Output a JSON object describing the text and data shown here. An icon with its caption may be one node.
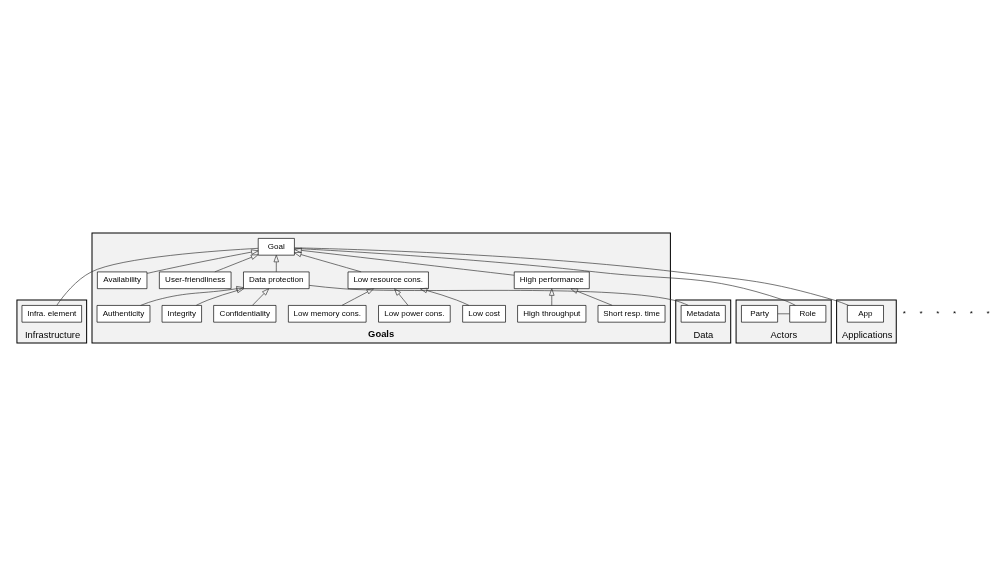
{
  "diagram": {
    "nodes": [
      {
        "text": [
          "Infrastructure"
        ]
      },
      {
        "text": [
          "Infra. element"
        ],
        "in": 0
      },
      {
        "text": [
          "Goals"
        ]
      },
      {
        "text": [
          "Goal"
        ],
        "in": 2
      },
      {
        "text": [
          "High performance"
        ],
        "in": 2
      },
      {
        "text": [
          "Short resp. time"
        ],
        "in": 2
      },
      {
        "text": [
          "High throughput"
        ],
        "in": 2
      },
      {
        "text": [
          "Low resource cons."
        ],
        "in": 2
      },
      {
        "text": [
          "Low cost"
        ],
        "in": 2
      },
      {
        "text": [
          "Low power cons."
        ],
        "in": 2
      },
      {
        "text": [
          "Low memory cons."
        ],
        "in": 2
      },
      {
        "text": [
          "Data protection"
        ],
        "in": 2
      },
      {
        "text": [
          "Confidentiality"
        ],
        "in": 2
      },
      {
        "text": [
          "Integrity"
        ],
        "in": 2
      },
      {
        "text": [
          "Authenticity"
        ],
        "in": 2
      },
      {
        "text": [
          "User-friendliness"
        ],
        "in": 2
      },
      {
        "text": [
          "Availability"
        ],
        "in": 2
      },
      {
        "text": [
          "Actors"
        ]
      },
      {
        "text": [
          "Role"
        ],
        "in": 17
      },
      {
        "text": [
          "Party"
        ],
        "in": 17
      },
      {
        "text": [
          "Data"
        ]
      },
      {
        "text": [
          "Metadata"
        ],
        "in": 20
      },
      {
        "text": [
          "Applications"
        ]
      },
      {
        "text": [
          "App"
        ],
        "in": 22
      }
    ],
    "edges": [
      {
        "from": 1,
        "to": 3,
        "arrow": "none"
      },
      {
        "from": 3,
        "to": 18,
        "arrow": "none"
      },
      {
        "from": 3,
        "to": 23,
        "arrow": "none"
      },
      {
        "from": 18,
        "to": 19,
        "arrow": "none"
      },
      {
        "from": 21,
        "to": 11,
        "arrow": "none"
      },
      {
        "from": 4,
        "to": 3,
        "arrow": "to"
      },
      {
        "from": 7,
        "to": 3,
        "arrow": "to"
      },
      {
        "from": 11,
        "to": 3,
        "arrow": "to"
      },
      {
        "from": 15,
        "to": 3,
        "arrow": "to"
      },
      {
        "from": 16,
        "to": 3,
        "arrow": "to"
      },
      {
        "from": 5,
        "to": 4,
        "arrow": "to"
      },
      {
        "from": 6,
        "to": 4,
        "arrow": "to"
      },
      {
        "from": 8,
        "to": 7,
        "arrow": "to"
      },
      {
        "from": 9,
        "to": 7,
        "arrow": "to"
      },
      {
        "from": 10,
        "to": 7,
        "arrow": "to"
      },
      {
        "from": 12,
        "to": 11,
        "arrow": "to"
      },
      {
        "from": 13,
        "to": 11,
        "arrow": "to"
      },
      {
        "from": 14,
        "to": 11,
        "arrow": "to"
      }
    ],
    "labels": [
      "*",
      "*",
      "*",
      "*",
      "*",
      "*"
    ]
  }
}
